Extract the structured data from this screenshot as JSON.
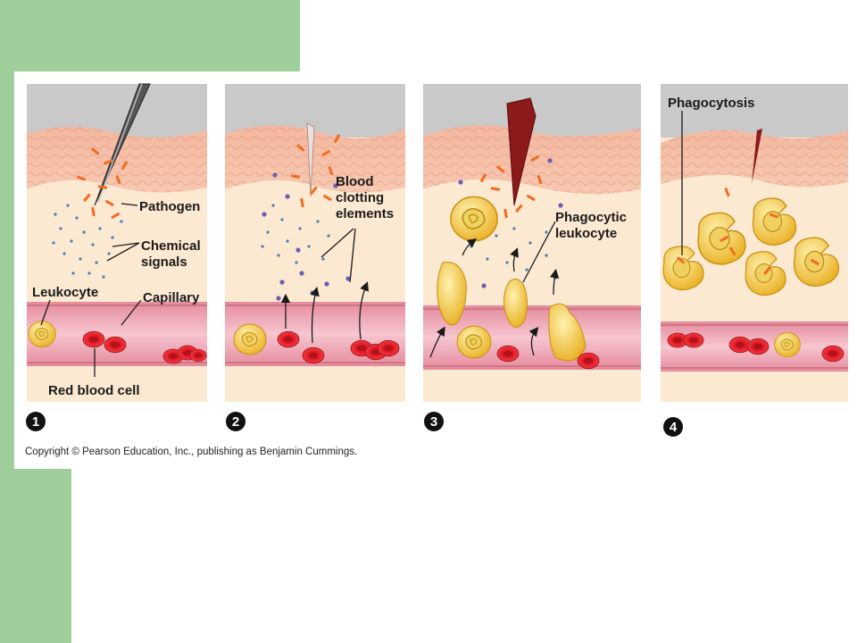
{
  "panels": [
    {
      "number": "1",
      "labels": {
        "pathogen": "Pathogen",
        "chemical_line1": "Chemical",
        "chemical_line2": "signals",
        "leukocyte": "Leukocyte",
        "capillary": "Capillary",
        "red_blood_cell": "Red blood cell"
      }
    },
    {
      "number": "2",
      "labels": {
        "blood": "Blood",
        "clotting": "clotting",
        "elements": "elements"
      }
    },
    {
      "number": "3",
      "labels": {
        "phagocytic": "Phagocytic",
        "leukocyte": "leukocyte"
      }
    },
    {
      "number": "4",
      "labels": {
        "phagocytosis": "Phagocytosis"
      }
    }
  ],
  "copyright": "Copyright © Pearson Education, Inc., publishing as Benjamin Cummings.",
  "colors": {
    "background_green": "#9ecf9a",
    "skin_top": "#f0a98e",
    "tissue": "#fce9d2",
    "vessel_wall": "#e89aa8",
    "vessel_inner": "#f6c6cf",
    "red_blood_cell": "#e8202a",
    "leukocyte": "#f5c63a",
    "pathogen": "#f26b21",
    "chemical_signal": "#4a7fb5",
    "clotting_element": "#6a5fb0",
    "wound": "#8c1a1a"
  }
}
